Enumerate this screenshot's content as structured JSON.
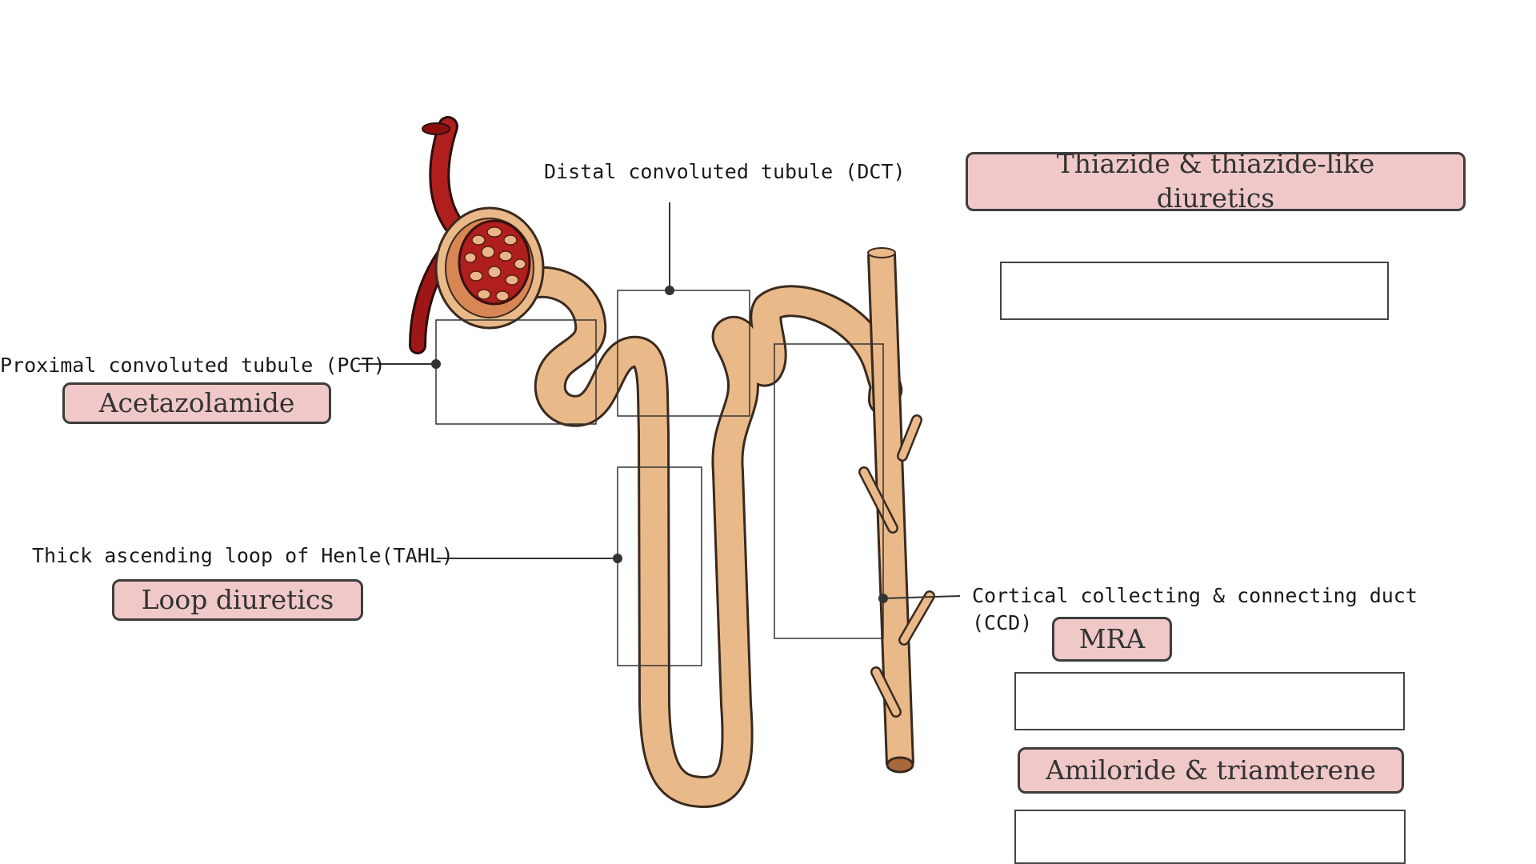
{
  "labels": {
    "dct": "Distal convoluted tubule (DCT)",
    "pct": "Proximal convoluted tubule (PCT)",
    "tahl": "Thick ascending loop of Henle(TAHL)",
    "ccd_line1": "Cortical collecting & connecting duct",
    "ccd_line2": "(CCD)"
  },
  "drugs": {
    "thiazide_line1": "Thiazide & thiazide-like",
    "thiazide_line2": "diuretics",
    "acetazolamide": "Acetazolamide",
    "loop": "Loop diuretics",
    "mra": "MRA",
    "amiloride": "Amiloride & triamterene"
  },
  "colors": {
    "tubule": "#e9b98a",
    "tubule_outline": "#3a2a1e",
    "vessel": "#b01e1e",
    "drug_box": "#f0c8c8"
  }
}
